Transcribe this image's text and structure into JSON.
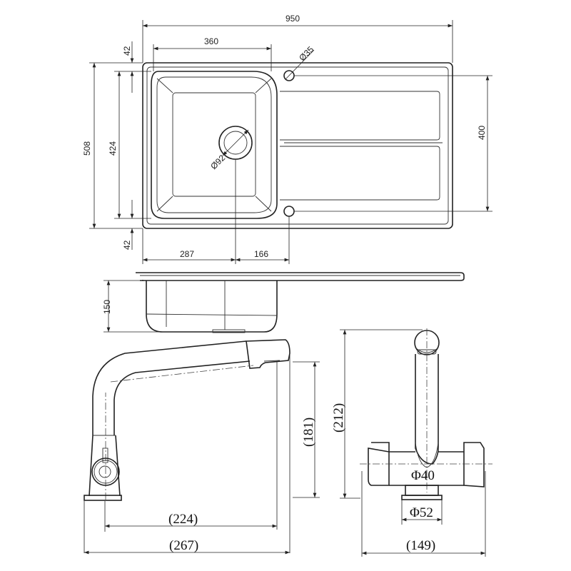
{
  "top_view": {
    "width_950": "950",
    "bowl_width_360": "360",
    "margin_top_42": "42",
    "margin_bottom_42": "42",
    "depth_508": "508",
    "bowl_depth_424": "424",
    "drainer_400": "400",
    "offset_287": "287",
    "offset_166": "166",
    "tap_hole_dia": "Ø35",
    "waste_dia": "Ø92"
  },
  "side_view": {
    "bowl_depth_150": "150"
  },
  "faucet_side": {
    "reach_224": "(224)",
    "total_267": "(267)",
    "spout_height_181": "(181)"
  },
  "faucet_front": {
    "height_212": "(212)",
    "dia_40": "Φ40",
    "dia_52": "Φ52",
    "width_149": "(149)"
  }
}
